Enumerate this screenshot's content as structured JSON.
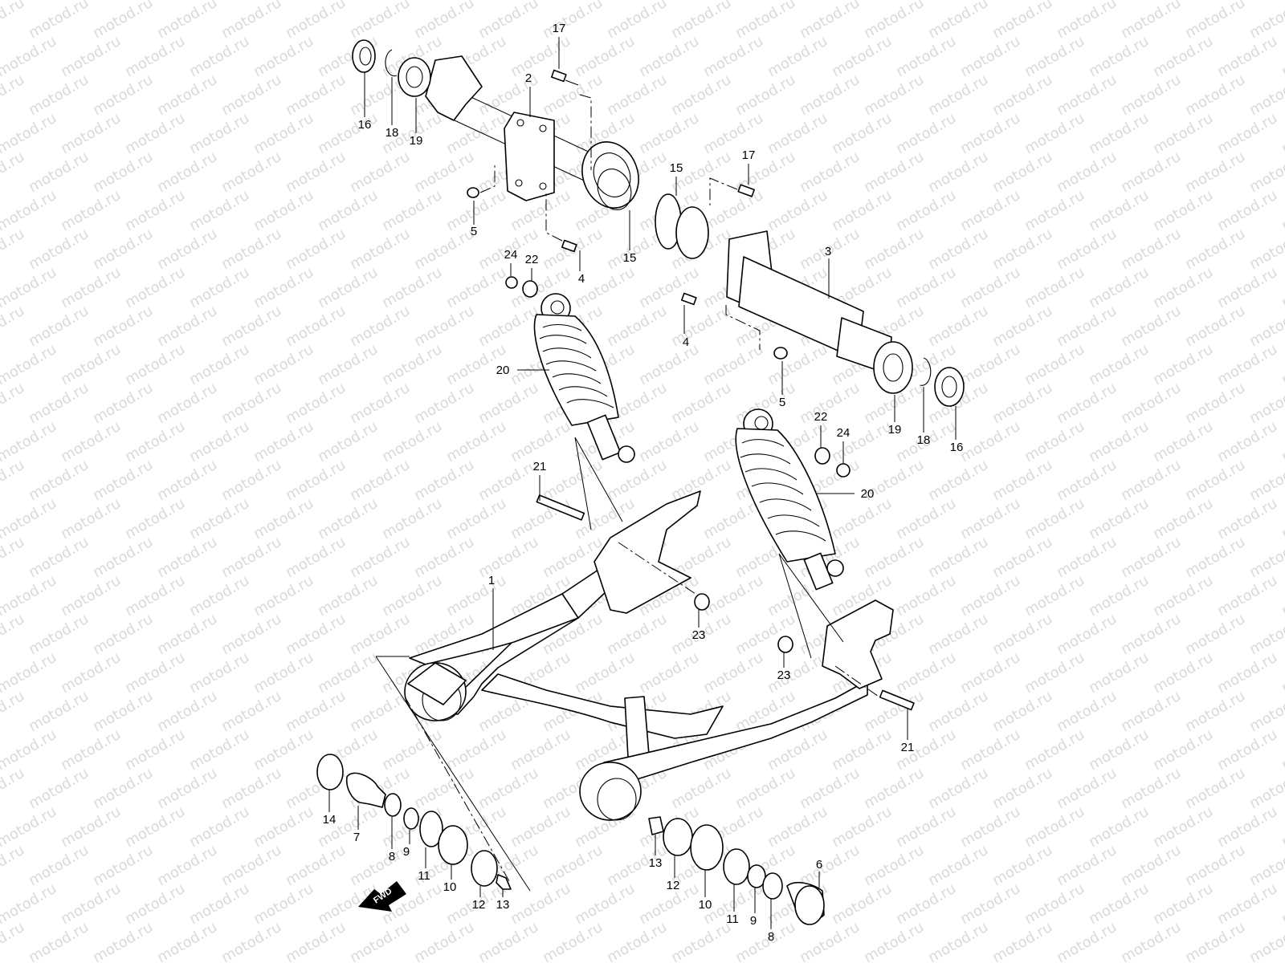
{
  "watermark": "motod.ru",
  "direction_arrow": "FWD",
  "callouts": [
    "1",
    "2",
    "3",
    "4",
    "4",
    "5",
    "5",
    "6",
    "7",
    "8",
    "8",
    "9",
    "9",
    "10",
    "10",
    "11",
    "11",
    "12",
    "12",
    "13",
    "13",
    "14",
    "15",
    "15",
    "16",
    "16",
    "17",
    "17",
    "18",
    "18",
    "19",
    "19",
    "20",
    "20",
    "21",
    "21",
    "22",
    "22",
    "23",
    "23",
    "24",
    "24"
  ]
}
